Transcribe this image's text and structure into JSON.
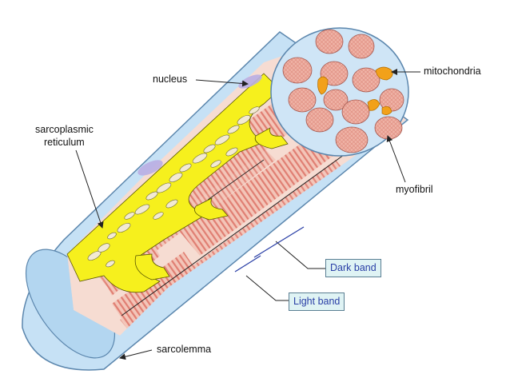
{
  "labels": {
    "nucleus": "nucleus",
    "sarcoplasmic_reticulum_line1": "sarcoplasmic",
    "sarcoplasmic_reticulum_line2": "reticulum",
    "mitochondria": "mitochondria",
    "myofibril": "myofibril",
    "sarcolemma": "sarcolemma",
    "dark_band": "Dark band",
    "light_band": "Light band"
  },
  "colors": {
    "sarcolemma_fill": "#c6e1f5",
    "sarcolemma_stroke": "#5b86ad",
    "reticulum_yellow": "#f6f01d",
    "myofibril_pink": "#efb3a6",
    "light_band": "#f8ddd2",
    "dark_stripe": "#e58e80",
    "mitochondria_orange": "#f2a11a",
    "nucleus_purple": "#b9aee3",
    "label_box_fill": "#dff3f4",
    "label_box_text": "#2a3fa6"
  }
}
